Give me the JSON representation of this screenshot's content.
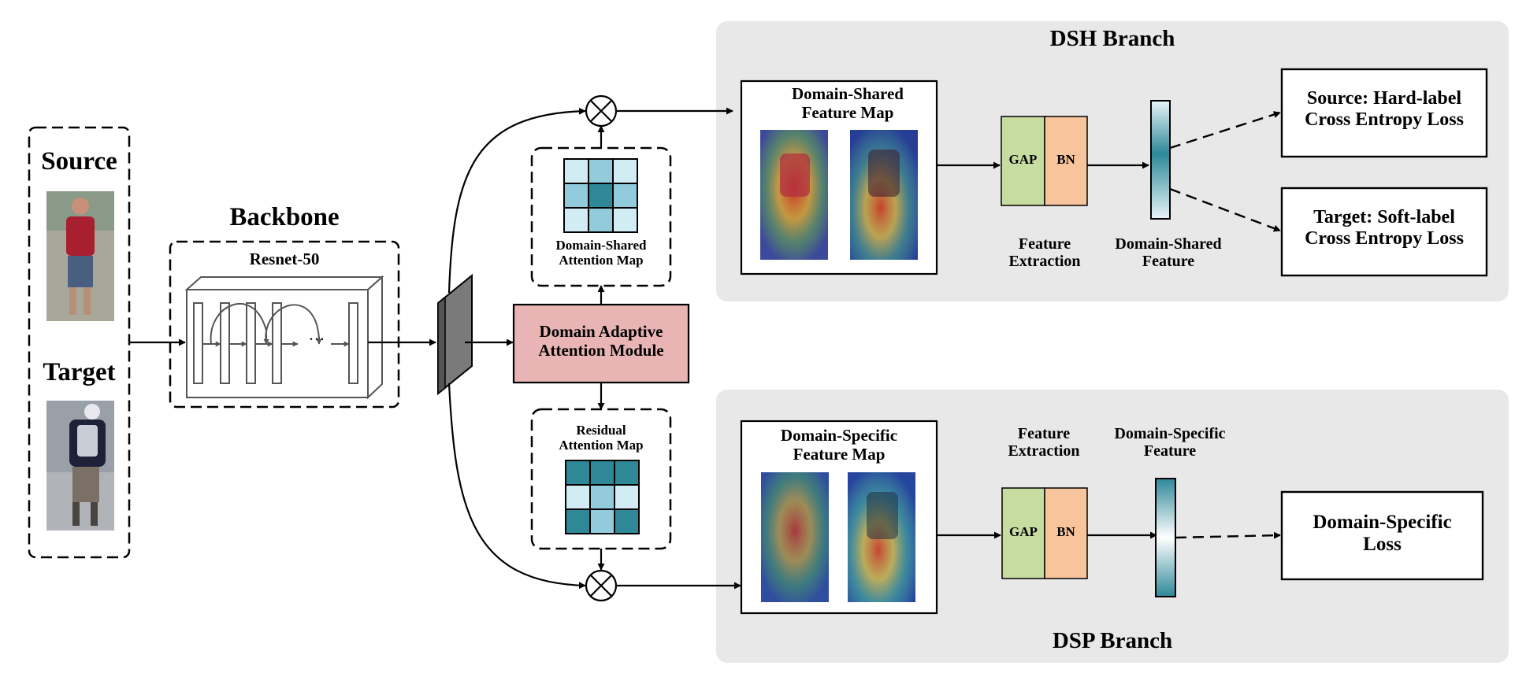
{
  "inputs": {
    "source_label": "Source",
    "target_label": "Target"
  },
  "backbone": {
    "title": "Backbone",
    "model": "Resnet-50",
    "ellipsis": "···"
  },
  "attention_module": {
    "line1": "Domain Adaptive",
    "line2": "Attention Module"
  },
  "shared_attention_map": {
    "line1": "Domain-Shared",
    "line2": "Attention Map"
  },
  "residual_attention_map": {
    "line1": "Residual",
    "line2": "Attention Map"
  },
  "dsh_branch": {
    "title": "DSH Branch",
    "feature_map_line1": "Domain-Shared",
    "feature_map_line2": "Feature Map",
    "gap_label": "GAP",
    "bn_label": "BN",
    "extraction_line1": "Feature",
    "extraction_line2": "Extraction",
    "feature_line1": "Domain-Shared",
    "feature_line2": "Feature",
    "loss1_line1": "Source: Hard-label",
    "loss1_line2": "Cross Entropy Loss",
    "loss2_line1": "Target: Soft-label",
    "loss2_line2": "Cross Entropy Loss"
  },
  "dsp_branch": {
    "title": "DSP Branch",
    "feature_map_line1": "Domain-Specific",
    "feature_map_line2": "Feature Map",
    "gap_label": "GAP",
    "bn_label": "BN",
    "extraction_line1": "Feature",
    "extraction_line2": "Extraction",
    "feature_line1": "Domain-Specific",
    "feature_line2": "Feature",
    "loss_line1": "Domain-Specific",
    "loss_line2": "Loss"
  },
  "colors": {
    "panel_bg": "#e8e8e8",
    "module_fill": "#e8b4b4",
    "gap_fill": "#c6dca0",
    "bn_fill": "#f8c49c",
    "teal_dark": "#2e8898",
    "teal_mid": "#92ccdc",
    "teal_light": "#d2ecf4",
    "slab_fill": "#7a7a7a"
  }
}
